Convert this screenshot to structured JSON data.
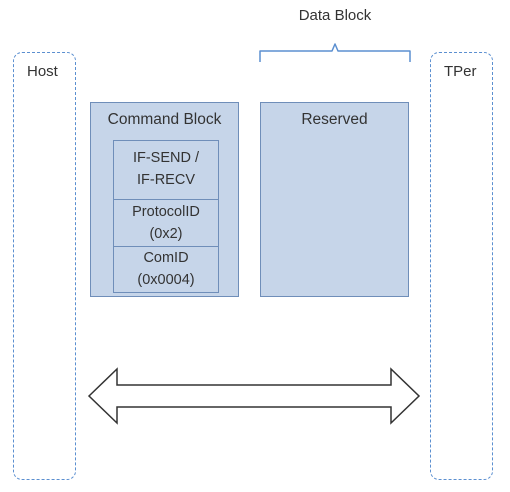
{
  "heading": {
    "data_block": "Data Block"
  },
  "lanes": {
    "host": "Host",
    "tper": "TPer"
  },
  "command_block": {
    "title": "Command Block",
    "fields": [
      {
        "line1": "IF-SEND /",
        "line2": "IF-RECV"
      },
      {
        "line1": "ProtocolID",
        "line2": "(0x2)"
      },
      {
        "line1": "ComID",
        "line2": "(0x0004)"
      }
    ]
  },
  "reserved_block": {
    "title": "Reserved"
  },
  "colors": {
    "block_fill": "#c6d5e9",
    "block_border": "#6f8eb9",
    "lane_border": "#5b8fd0",
    "text": "#333333"
  },
  "icons": {
    "arrow": "double-headed-arrow-icon",
    "brace": "curly-brace-icon"
  }
}
